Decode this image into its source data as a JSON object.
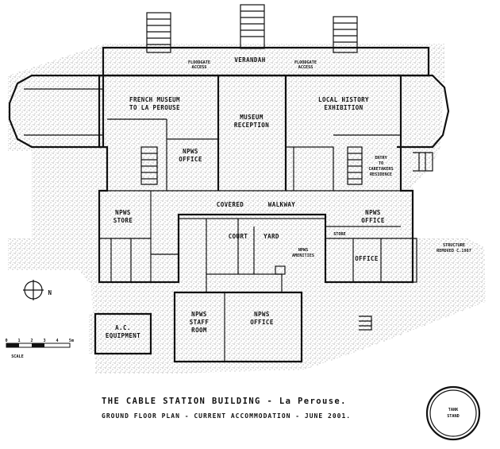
{
  "plan": {
    "title": "THE CABLE STATION BUILDING - La Perouse.",
    "subtitle": "GROUND FLOOR PLAN - CURRENT ACCOMMODATION - JUNE 2001.",
    "scale": {
      "ticks": [
        "0",
        "1",
        "2",
        "3",
        "4",
        "5m"
      ],
      "label": "SCALE"
    },
    "north_label": "N",
    "rooms": {
      "verandah": "VERANDAH",
      "floodgate_left": [
        "FLOODGATE",
        "ACCESS"
      ],
      "floodgate_right": [
        "FLOODGATE",
        "ACCESS"
      ],
      "french_museum": [
        "FRENCH MUSEUM",
        "TO LA PEROUSE"
      ],
      "museum_reception": [
        "MUSEUM",
        "RECEPTION"
      ],
      "local_history": [
        "LOCAL HISTORY",
        "EXHIBITION"
      ],
      "npws_office_left": [
        "NPWS",
        "OFFICE"
      ],
      "entry_caretaker": [
        "ENTRY",
        "TO",
        "CARETAKERS",
        "RESIDENCE"
      ],
      "covered_walkway": [
        "COVERED",
        "WALKWAY"
      ],
      "npws_store": [
        "NPWS",
        "STORE"
      ],
      "npws_office_right": [
        "NPWS",
        "OFFICE"
      ],
      "court": "COURT",
      "yard": "YARD",
      "npws_amenities": [
        "NPWS",
        "AMENITIES"
      ],
      "store": "STORE",
      "office": "OFFICE",
      "structure_removed": [
        "STRUCTURE",
        "REMOVED C.1987"
      ],
      "npws_staff_room": [
        "NPWS",
        "STAFF",
        "ROOM"
      ],
      "npws_office_south": [
        "NPWS",
        "OFFICE"
      ],
      "ac_equipment": [
        "A.C.",
        "EQUIPMENT"
      ],
      "tank_stand": [
        "TANK",
        "STAND"
      ]
    }
  }
}
